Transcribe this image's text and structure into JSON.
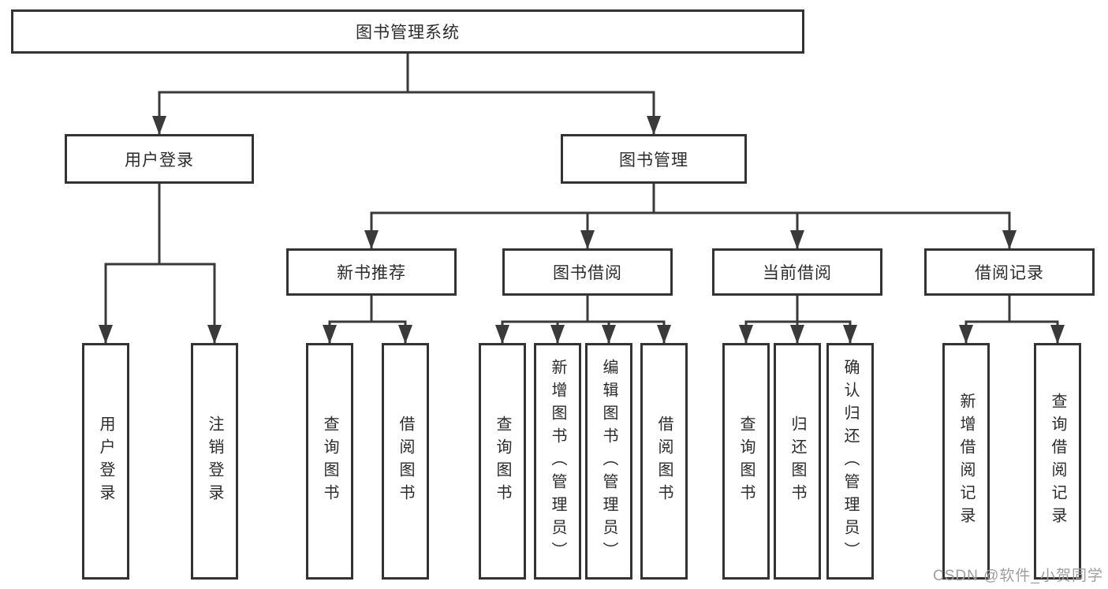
{
  "diagram": {
    "colors": {
      "line": "#3a3a3a",
      "box_border": "#333333",
      "box_fill": "#ffffff",
      "text": "#2b2b2b",
      "watermark": "#9e9e9e"
    },
    "root": {
      "label": "图书管理系统",
      "children": [
        {
          "label": "用户登录",
          "children": [
            {
              "label": "用户登录"
            },
            {
              "label": "注销登录"
            }
          ]
        },
        {
          "label": "图书管理",
          "children": [
            {
              "label": "新书推荐",
              "children": [
                {
                  "label": "查询图书"
                },
                {
                  "label": "借阅图书"
                }
              ]
            },
            {
              "label": "图书借阅",
              "children": [
                {
                  "label": "查询图书"
                },
                {
                  "label": "新增图书（管理员）"
                },
                {
                  "label": "编辑图书（管理员）"
                },
                {
                  "label": "借阅图书"
                }
              ]
            },
            {
              "label": "当前借阅",
              "children": [
                {
                  "label": "查询图书"
                },
                {
                  "label": "归还图书"
                },
                {
                  "label": "确认归还（管理员）"
                }
              ]
            },
            {
              "label": "借阅记录",
              "children": [
                {
                  "label": "新增借阅记录"
                },
                {
                  "label": "查询借阅记录"
                }
              ]
            }
          ]
        }
      ]
    },
    "watermark": {
      "text": "CSDN @软件_小贺同学"
    }
  }
}
